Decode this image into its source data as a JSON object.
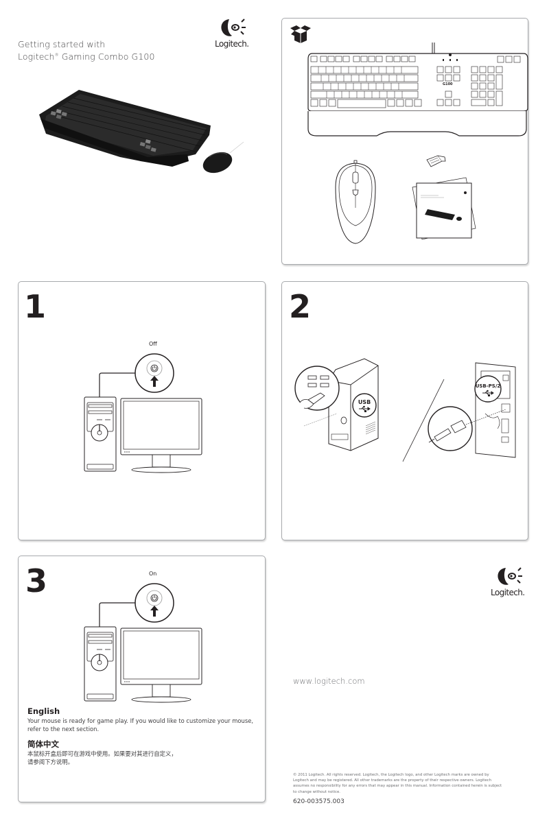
{
  "header": {
    "title_line1": "Getting started with",
    "title_line2_prefix": "Logitech",
    "title_registered": "®",
    "title_line2_suffix": " Gaming Combo G100",
    "brand_logo": "Logitech."
  },
  "box_contents": {
    "icon": "open-box-icon",
    "items": [
      "keyboard",
      "mouse",
      "usb-ps2-adapter",
      "getting-started-guide"
    ],
    "keyboard_model_label": "G100"
  },
  "steps": [
    {
      "number": "1",
      "power_label": "Off",
      "icons": [
        "power-button-icon",
        "arrow-up-icon",
        "computer-tower-icon",
        "monitor-icon"
      ]
    },
    {
      "number": "2",
      "connectors": [
        {
          "label": "USB",
          "icon": "usb-icon"
        },
        {
          "label": "USB-PS/2",
          "icon": "usb-icon"
        }
      ]
    },
    {
      "number": "3",
      "power_label": "On",
      "icons": [
        "power-button-icon",
        "arrow-up-icon",
        "computer-tower-icon",
        "monitor-icon"
      ]
    }
  ],
  "instructions": {
    "english": {
      "heading": "English",
      "body": "Your mouse is ready for game play. If you would like to customize your mouse, refer to the next section."
    },
    "chinese": {
      "heading": "简体中文",
      "body_line1": "本鼠标开盒后即可在游戏中使用。如果要对其进行自定义，",
      "body_line2": "请参阅下方说明。"
    }
  },
  "footer": {
    "brand_logo": "Logitech.",
    "url": "www.logitech.com",
    "legal": "© 2011 Logitech. All rights reserved. Logitech, the Logitech logo, and other Logitech marks are owned by Logitech and may be registered. All other trademarks are the property of their respective owners. Logitech assumes no responsibility for any errors that may appear in this manual. Information contained herein is subject to change without notice.",
    "part_number": "620-003575.003"
  }
}
